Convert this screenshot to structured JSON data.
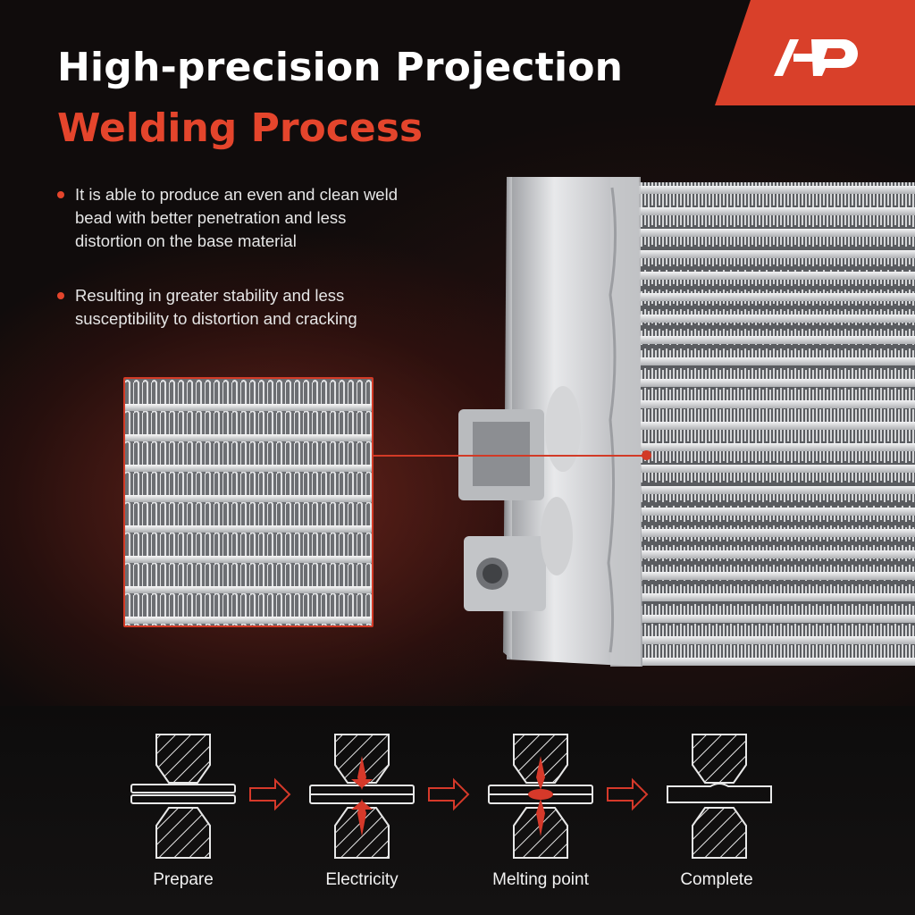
{
  "header": {
    "title_line1": "High-precision Projection",
    "title_line2": "Welding Process"
  },
  "brand": {
    "logo_icon": "a-premium-logo",
    "accent_color": "#e4452c"
  },
  "bullets": [
    "It is able to produce an even and clean weld bead with better penetration and less distortion on the base material",
    "Resulting in greater stability and less susceptibility to distortion and cracking"
  ],
  "process": {
    "steps": [
      {
        "label": "Prepare",
        "icon": "prepare-weld-icon"
      },
      {
        "label": "Electricity",
        "icon": "electricity-weld-icon"
      },
      {
        "label": "Melting point",
        "icon": "melting-point-weld-icon"
      },
      {
        "label": "Complete",
        "icon": "complete-weld-icon"
      }
    ],
    "arrow_icon": "right-arrow-icon"
  }
}
